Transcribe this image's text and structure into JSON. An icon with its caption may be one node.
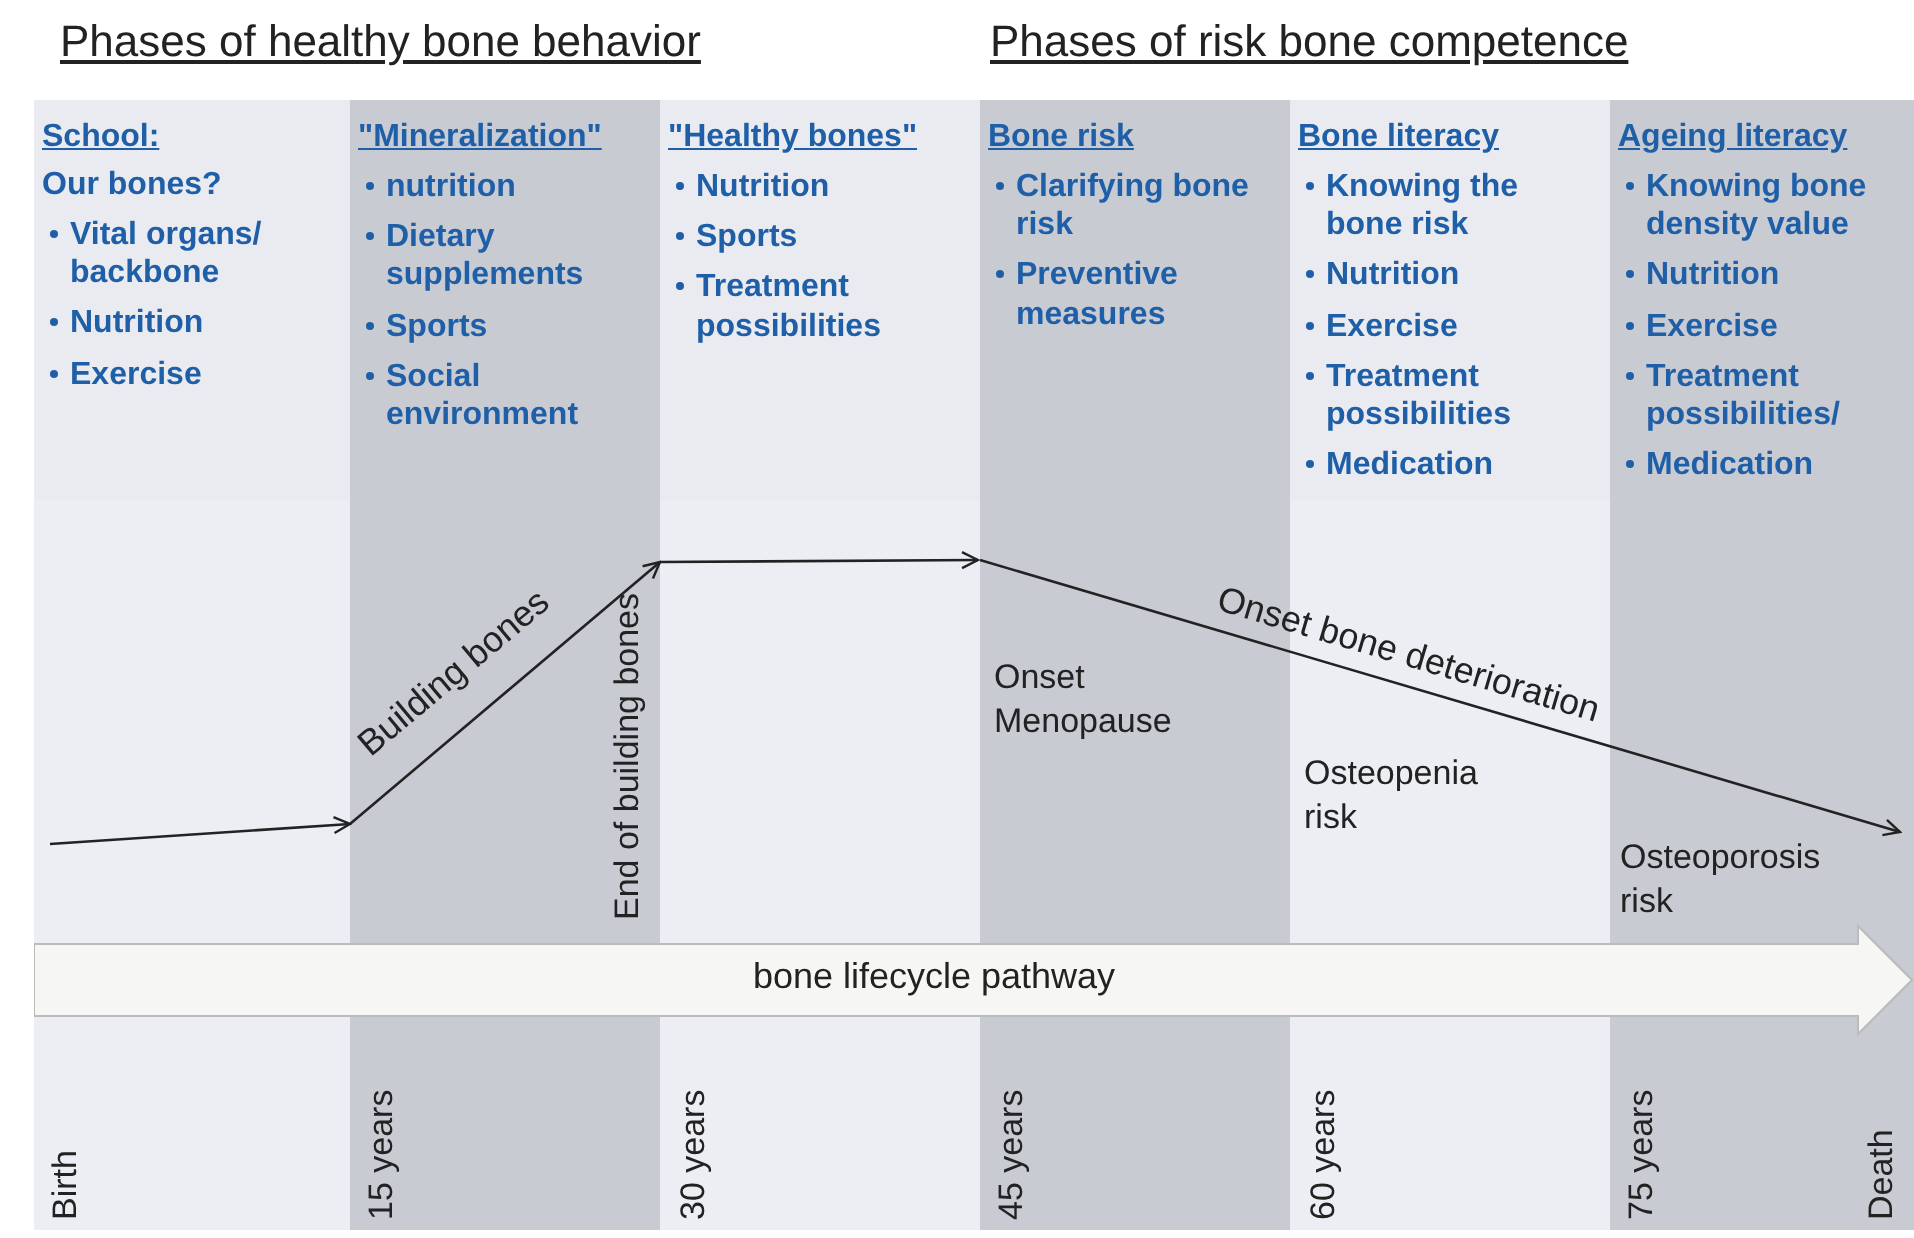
{
  "diagram": {
    "nodes": [
      {
        "text": [
          "School:",
          "Our bones?",
          "Vital organs/ backbone",
          "Nutrition",
          "Exercise"
        ]
      },
      {
        "text": [
          "\"Mineralization\"",
          "nutrition",
          "Dietary supplements",
          "Sports",
          "Social environment"
        ]
      },
      {
        "text": [
          "\"Healthy bones\"",
          "Nutrition",
          "Sports",
          "Treatment possibilities"
        ]
      },
      {
        "text": [
          "Bone risk",
          "Clarifying bone risk",
          "Preventive measures"
        ]
      },
      {
        "text": [
          "Bone literacy",
          "Knowing the bone risk",
          "Nutrition",
          "Exercise",
          "Treatment possibilities",
          "Medication"
        ]
      },
      {
        "text": [
          "Ageing literacy",
          "Knowing bone density value",
          "Nutrition",
          "Exercise",
          "Treatment possibilities/",
          "Medication"
        ]
      },
      {
        "text": [
          "bone lifecycle pathway"
        ]
      }
    ],
    "labels": [
      "Phases of healthy bone behavior",
      "Phases of risk bone competence",
      "Building bones",
      "End of building bones",
      "Onset Menopause",
      "Onset bone deterioration",
      "Osteopenia risk",
      "Osteoporosis risk",
      "Birth",
      "15 years",
      "30 years",
      "45 years",
      "60 years",
      "75 years",
      "Death"
    ]
  }
}
